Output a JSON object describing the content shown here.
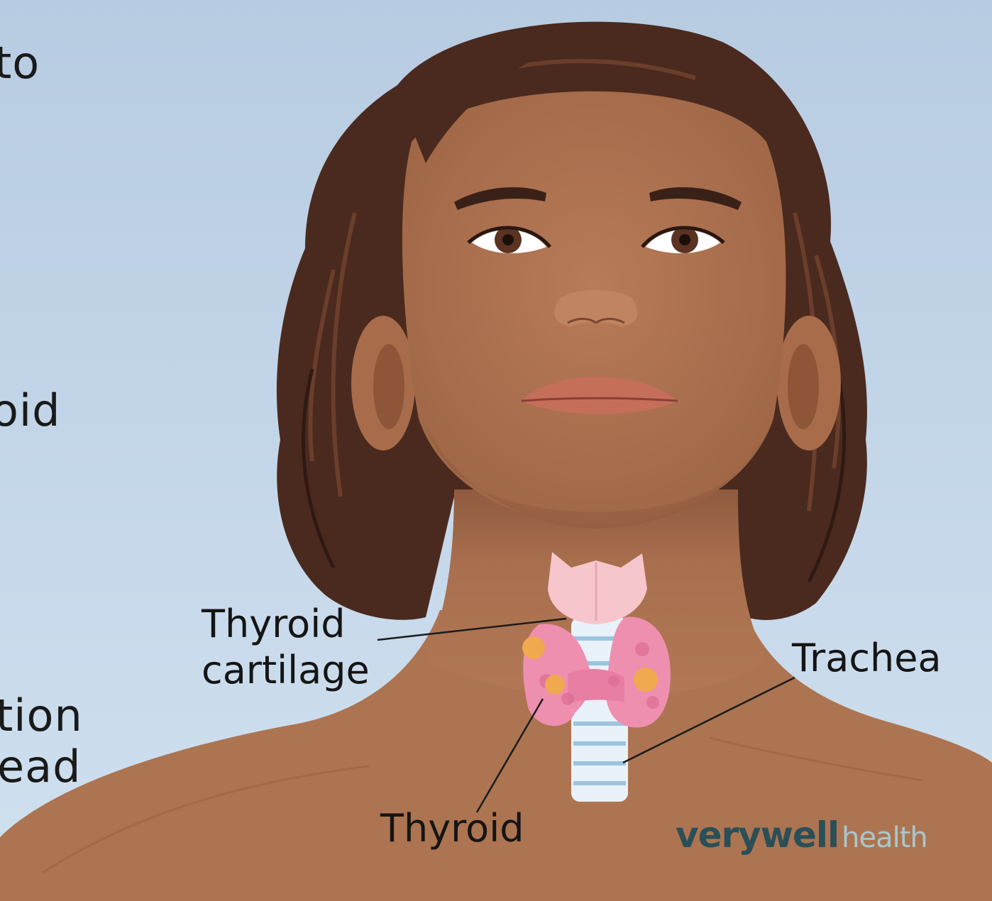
{
  "cut_text": {
    "line1": "to",
    "line2": "oid",
    "line3": "tion",
    "line4": "ead"
  },
  "labels": {
    "thyroid_cartilage_line1": "Thyroid",
    "thyroid_cartilage_line2": "cartilage",
    "trachea": "Trachea",
    "thyroid": "Thyroid"
  },
  "brand": {
    "name": "verywell",
    "suffix": "health"
  },
  "colors": {
    "background_top": "#b8cde3",
    "background_bottom": "#cfe0ee",
    "skin": "#b07552",
    "skin_shadow": "#9c6244",
    "hair": "#4a2a1f",
    "thyroid": "#ef8fb0",
    "nodule": "#f0a94f",
    "cartilage": "#f6c6cc",
    "trachea": "#e9f2f8",
    "brand_dark": "#2a4f57",
    "brand_light": "#a8c7cc"
  }
}
